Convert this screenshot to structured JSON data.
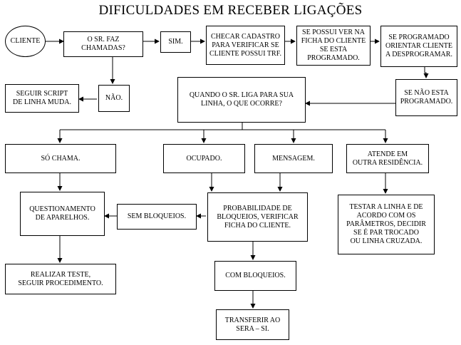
{
  "title": "DIFICULDADES EM RECEBER LIGAÇÕES",
  "nodes": {
    "cliente": "CLIENTE",
    "faz_chamadas": "O SR. FAZ\nCHAMADAS?",
    "sim": "SIM.",
    "checar_cadastro": "CHECAR CADASTRO\nPARA VERIFICAR SE\nCLIENTE POSSUI TRF.",
    "se_possui": "SE POSSUI VER NA\nFICHA DO CLIENTE\nSE ESTA\nPROGRAMADO.",
    "se_programado": "SE PROGRAMADO\nORIENTAR CLIENTE\nA DESPROGRAMAR.",
    "nao": "NÃO.",
    "linha_muda": "SEGUIR SCRIPT\nDE LINHA MUDA.",
    "quando_liga": "QUANDO O SR. LIGA PARA SUA\nLINHA, O QUE OCORRE?",
    "nao_programado": "SE NÃO ESTA\nPROGRAMADO.",
    "so_chama": "SÓ CHAMA.",
    "ocupado": "OCUPADO.",
    "mensagem": "MENSAGEM.",
    "outra_residencia": "ATENDE EM\nOUTRA RESIDÊNCIA.",
    "questionamento": "QUESTIONAMENTO\nDE APARELHOS.",
    "sem_bloqueios": "SEM BLOQUEIOS.",
    "probabilidade": "PROBABILIDADE DE\nBLOQUEIOS, VERIFICAR\nFICHA DO CLIENTE.",
    "testar_linha": "TESTAR A LINHA E DE\nACORDO COM OS\nPARÂMETROS, DECIDIR\nSE É PAR TROCADO\nOU LINHA CRUZADA.",
    "realizar_teste": "REALIZAR TESTE,\nSEGUIR PROCEDIMENTO.",
    "com_bloqueios": "COM BLOQUEIOS.",
    "transferir": "TRANSFERIR AO\nSERA – SI."
  }
}
